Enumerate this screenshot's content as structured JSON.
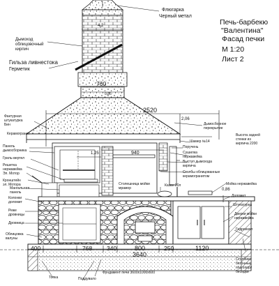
{
  "title_block": {
    "line1": "Печь-барбекю",
    "line2": "\"Валентина\"",
    "line3": "Фасад печки",
    "line4": "М 1:20",
    "line5": "Лист 2"
  },
  "labels": {
    "flyugarka": "Флюгарка",
    "cherny_metal": "Черный метал",
    "dymohod_oblits": "Дымоход",
    "dymohod_oblits2": "облицовочный",
    "dymohod_oblits3": "кирпич",
    "gilza": "Гильза ливнестока",
    "germetik": "Герметик",
    "fakturnaya": "Фактурная",
    "fakturnaya2": "штукатурка",
    "fakturnaya3": "Бин",
    "keramogranit": "Керамогранит",
    "panel_dymosb": "Панель",
    "panel_dymosb2": "дымосборника",
    "gril_vertel": "Гриль-вертел",
    "reshetka": "Решетка",
    "reshetka2": "нержавейка",
    "el_motor": "Эл. Мотор",
    "kronshtein": "Кронштейн",
    "kronshtein2": "эл. Мотора",
    "mangalnaya": "Мангальная",
    "mangalnaya2": "панель",
    "kolonki": "Колонки",
    "kolonki2": "доломит",
    "reshe_drov": "Реже",
    "reshe_drov2": "дровницы",
    "drovnitsa": "Дровница",
    "oblits_valuny": "Облицовка",
    "oblits_valuny2": "валуны",
    "dymosbornoe": "Дымосборное",
    "dymosbornoe2": "перекрытие",
    "vysota_zadnei": "Высота задней",
    "vysota_zadnei2": "стенки из",
    "vysota_zadnei3": "кирпича 2200",
    "shiber": "Шамер №14",
    "poruchen": "Поручень",
    "sushilka": "Сушилка",
    "sushilka2": "нержавейка",
    "vystup": "Выступ дымохода",
    "vystup2": "кирпича",
    "stolby_oblits": "Столбы облицованные",
    "stolby_oblits2": "керамогранитом",
    "stoleshnitsa": "Столешница мойки",
    "stoleshnitsa2": "мрамор",
    "kazan": "Казан 20л",
    "moika": "Мойка нержавейка",
    "dolomit": "Доломит",
    "shtukaturka": "Штукатурка",
    "dverki": "Дверки мойки",
    "dverki2": "нержавейка",
    "gidroizol": "Гидроизол",
    "stolbiki": "Столбики",
    "stolbiki2": "бетонные",
    "stolbiki3": "под опору",
    "stolbiki4": "беседки",
    "fundament": "Фундамент печи 3600х1000х600",
    "topka": "Топка",
    "poddyvalo": "Поддувало"
  },
  "dimensions": {
    "d42": "4,2",
    "d760": "760",
    "d086a": "0,86",
    "d2520": "2520",
    "d206": "2,06",
    "d125": "1,25",
    "d940": "940",
    "d086b": "0,86",
    "d400": "400",
    "d768": "768",
    "d340": "340",
    "d800": "800",
    "d250": "250",
    "d1120": "1120",
    "d3640": "3640"
  }
}
